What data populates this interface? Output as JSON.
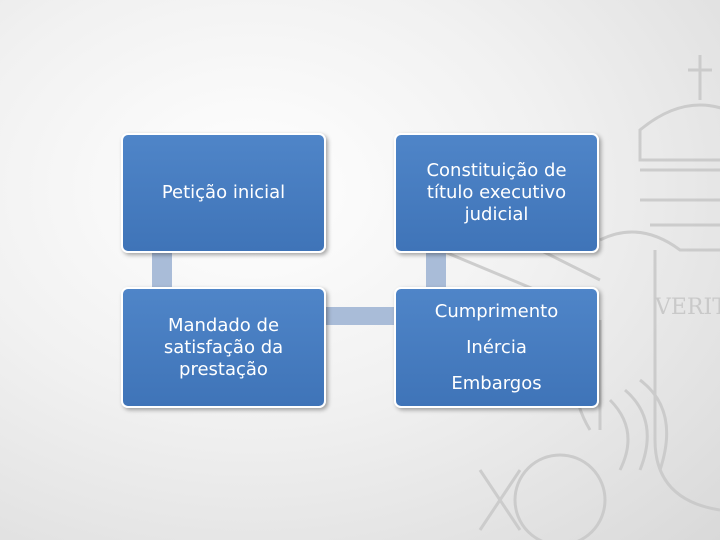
{
  "diagram": {
    "box_fill": "#4472c4",
    "connector_color": "#a9bcd8",
    "boxes": [
      {
        "id": "peticao",
        "lines": [
          "Petição inicial"
        ]
      },
      {
        "id": "constituicao",
        "lines": [
          "Constituição de",
          "título executivo",
          "judicial"
        ]
      },
      {
        "id": "mandado",
        "lines": [
          "Mandado de",
          "satisfação da",
          "prestação"
        ]
      },
      {
        "id": "cumprimento",
        "lines": [
          "Cumprimento",
          "Inércia",
          "Embargos"
        ]
      }
    ],
    "connections": [
      {
        "from": "peticao",
        "to": "mandado"
      },
      {
        "from": "constituicao",
        "to": "cumprimento"
      },
      {
        "from": "mandado",
        "to": "cumprimento"
      }
    ]
  },
  "watermark": {
    "text": "VERIT"
  }
}
